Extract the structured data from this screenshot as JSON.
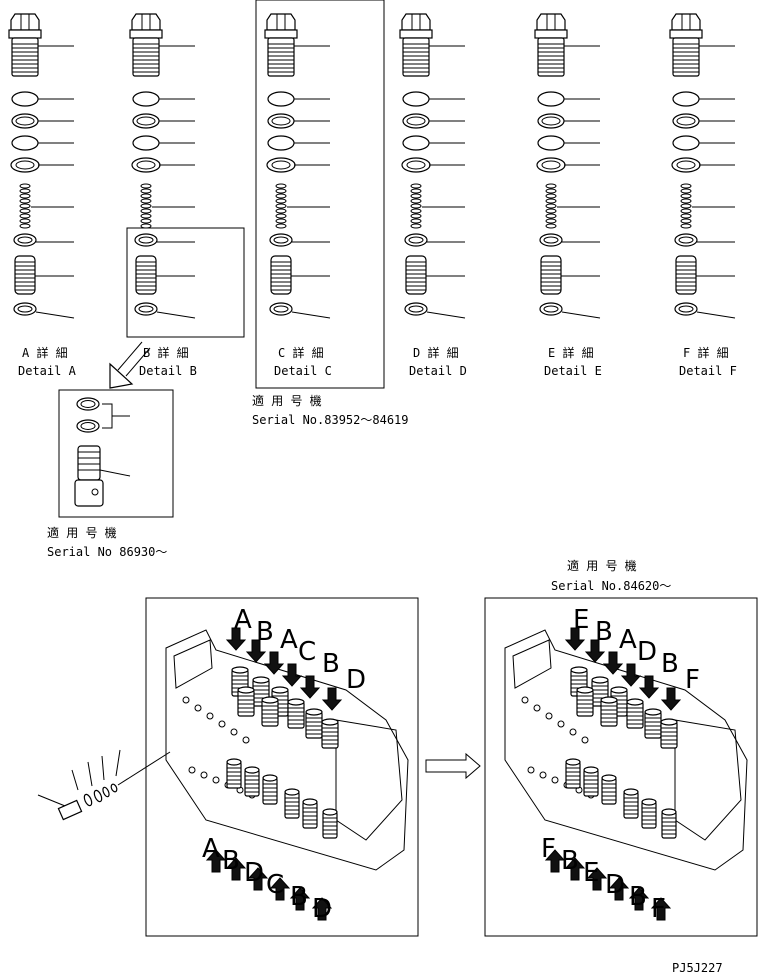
{
  "details": [
    {
      "jp": "A 詳 細",
      "en": "Detail A"
    },
    {
      "jp": "B 詳 細",
      "en": "Detail B"
    },
    {
      "jp": "C 詳 細",
      "en": "Detail C"
    },
    {
      "jp": "D 詳 細",
      "en": "Detail D"
    },
    {
      "jp": "E 詳 細",
      "en": "Detail E"
    },
    {
      "jp": "F 詳 細",
      "en": "Detail F"
    }
  ],
  "serial_c": {
    "jp": "適 用 号 機",
    "en": "Serial No.83952～84619"
  },
  "serial_b_alt": {
    "jp": "適 用 号 機",
    "en": "Serial No 86930～"
  },
  "serial_right": {
    "jp": "適 用 号 機",
    "en": "Serial No.84620～"
  },
  "left_view": {
    "top_letters": [
      "A",
      "B",
      "A",
      "C",
      "B",
      "D"
    ],
    "bottom_letters": [
      "A",
      "B",
      "D",
      "C",
      "B",
      "D"
    ]
  },
  "right_view": {
    "top_letters": [
      "E",
      "B",
      "A",
      "D",
      "B",
      "F"
    ],
    "bottom_letters": [
      "F",
      "B",
      "E",
      "D",
      "B",
      "F"
    ]
  },
  "drawing_code": "PJ5J227"
}
